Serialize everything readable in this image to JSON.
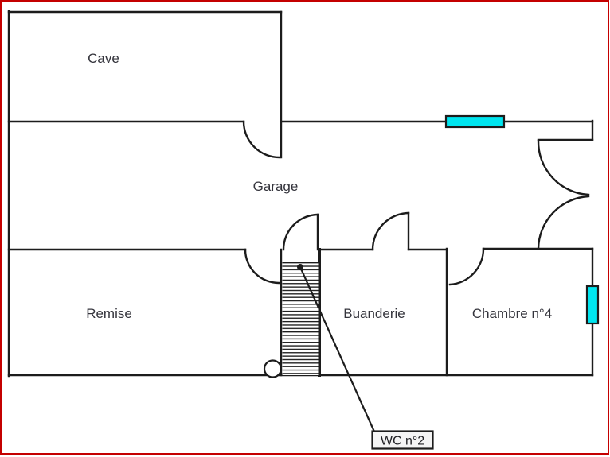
{
  "diagram": {
    "type": "floor-plan",
    "background": "#FFFFFF",
    "page_border_color": "#C40000",
    "wall_color": "#1C1C1C",
    "window_fill": "#00E5EF",
    "label_color": "#34343C"
  },
  "rooms": [
    {
      "id": "cave",
      "label": "Cave"
    },
    {
      "id": "garage",
      "label": "Garage"
    },
    {
      "id": "remise",
      "label": "Remise"
    },
    {
      "id": "buanderie",
      "label": "Buanderie"
    },
    {
      "id": "chambre-4",
      "label": "Chambre n°4"
    }
  ],
  "callout": {
    "label": "WC n°2"
  },
  "symbols": {
    "windows": [
      {
        "id": "window-top",
        "location": "garage-north-wall"
      },
      {
        "id": "window-right",
        "location": "chambre-4-east-wall"
      }
    ],
    "doors": [
      "cave-to-garage",
      "remise-to-stairs",
      "garage-to-stairs",
      "garage-to-buanderie",
      "buanderie-to-chambre-4",
      "garage-entrance-double-door"
    ],
    "stairs": "hatched-band",
    "column": "small-circle"
  }
}
